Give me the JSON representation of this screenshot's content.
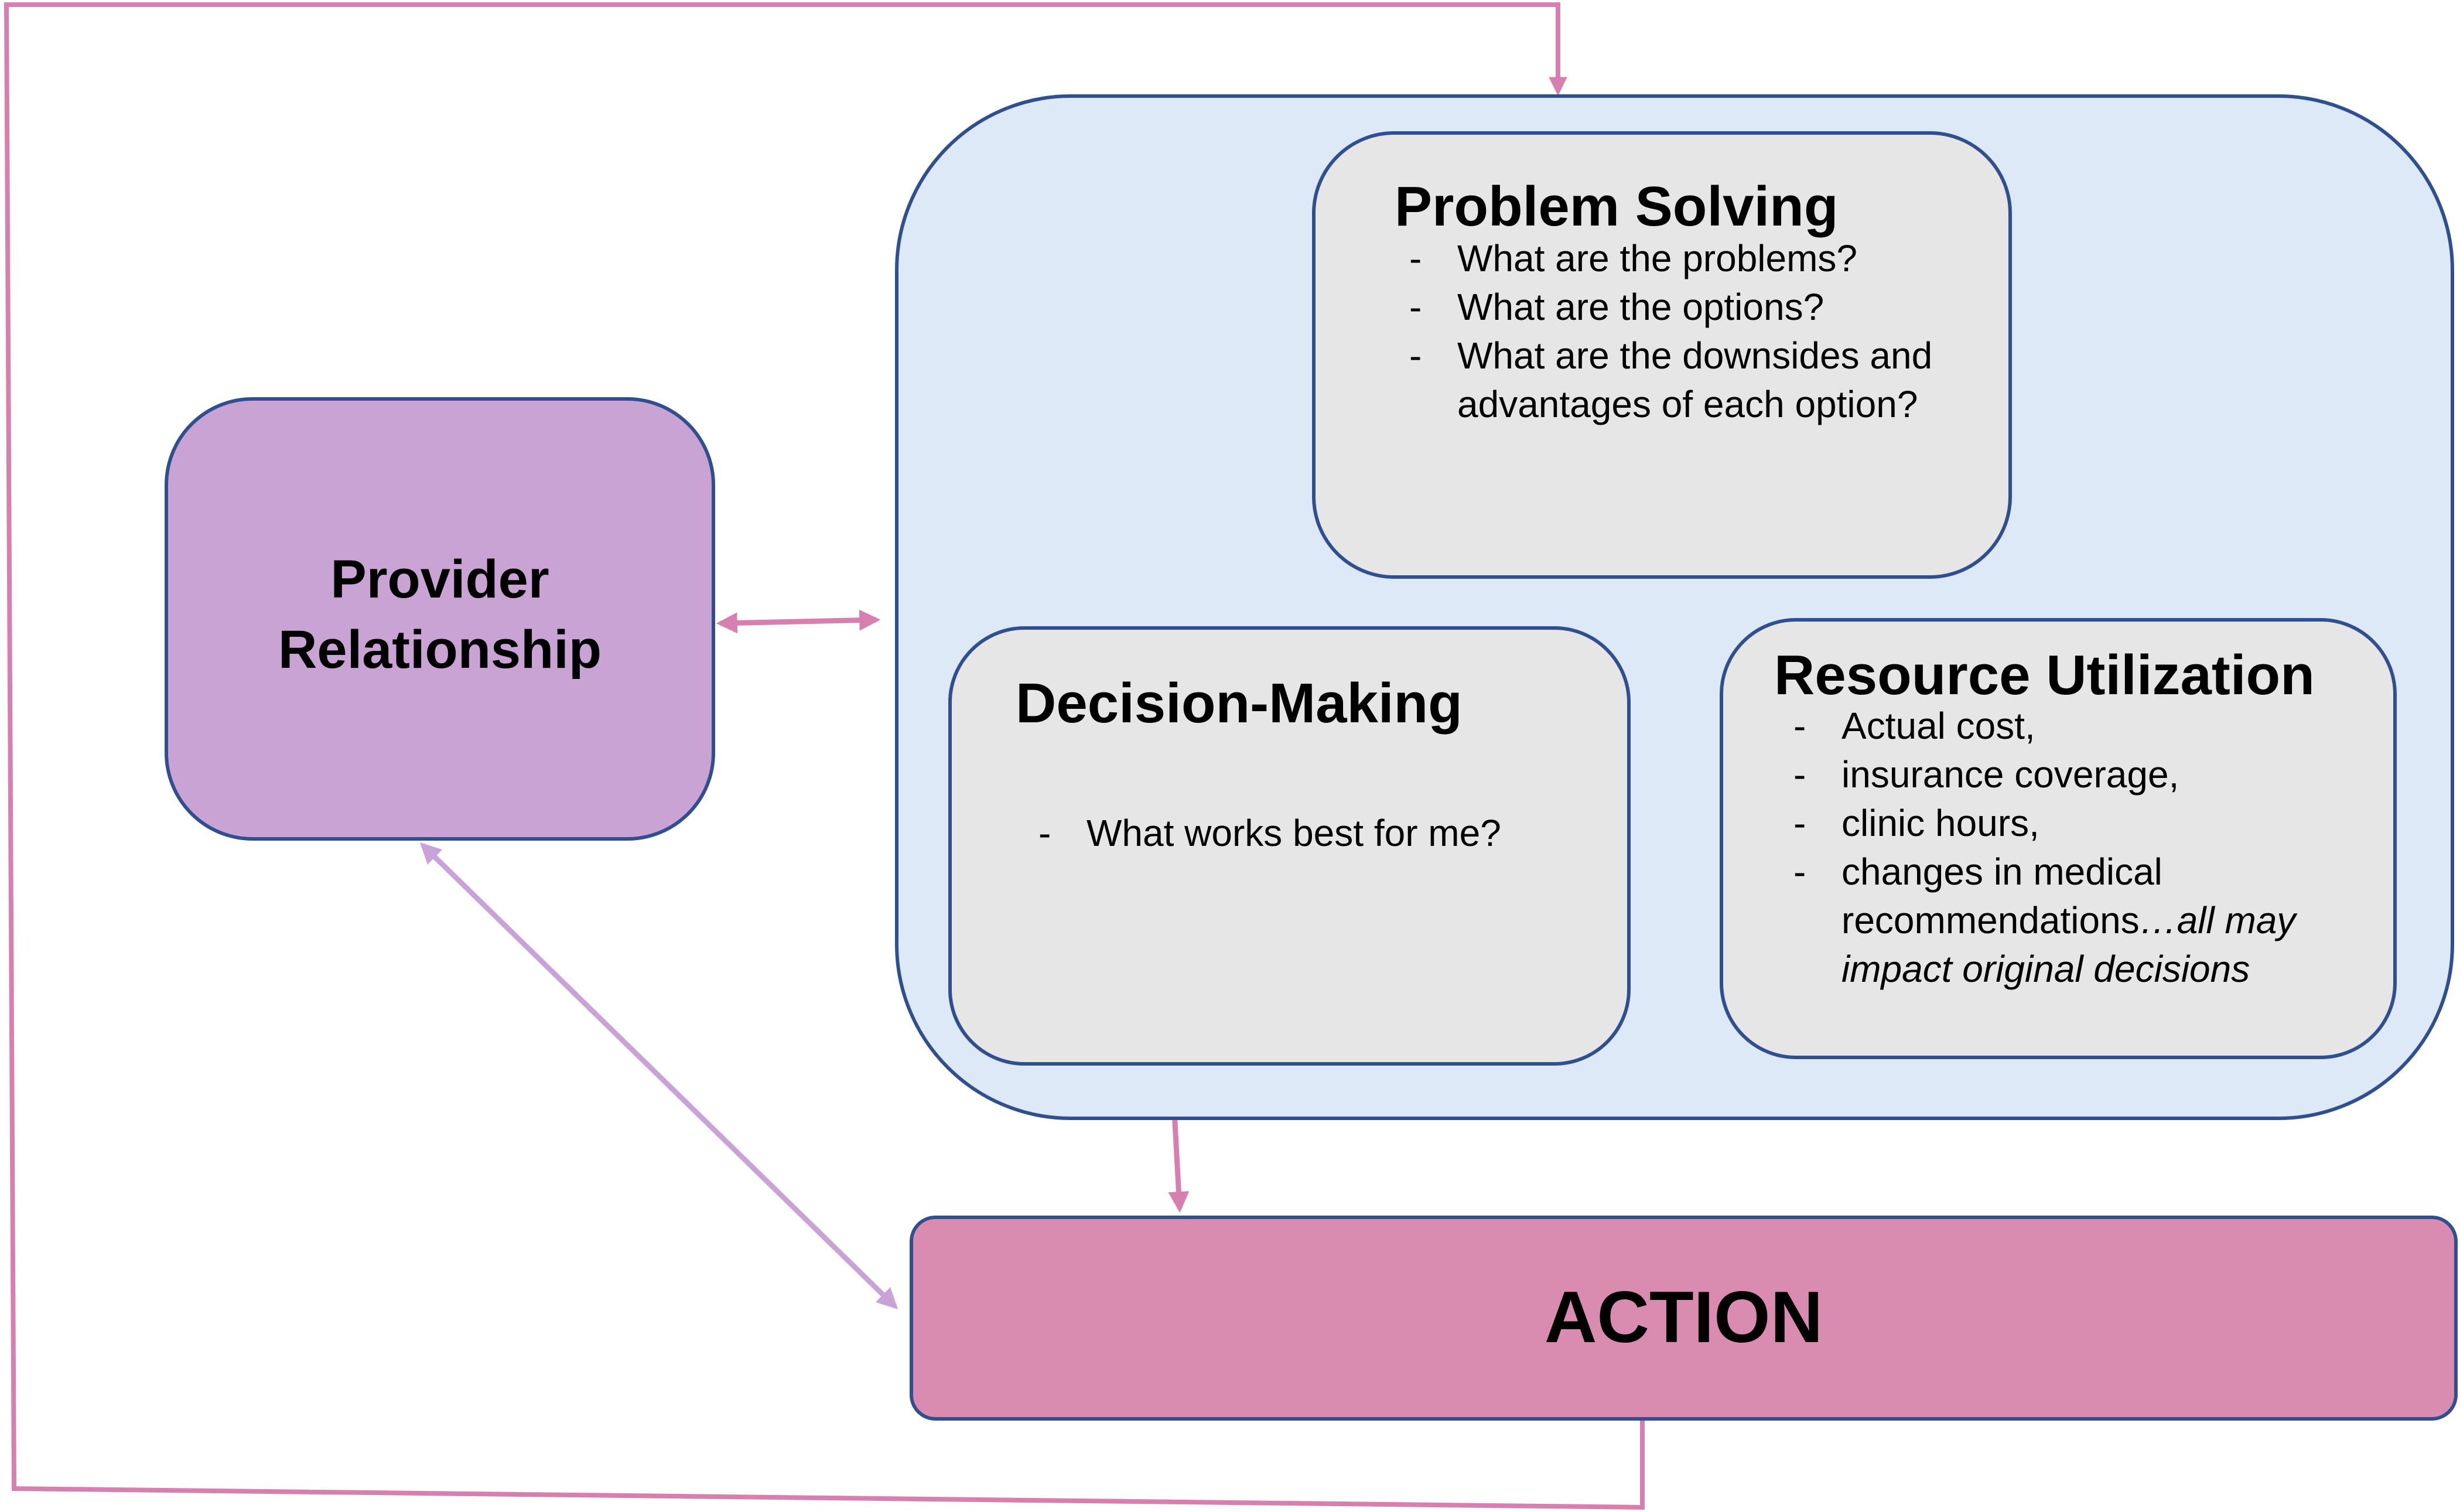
{
  "colors": {
    "outer_fill": "#dde9f6",
    "box_border": "#2f4f8f",
    "inner_fill": "#e6e6e6",
    "provider_fill": "#c8a3d3",
    "action_fill": "#d98bb0",
    "pink_arrow": "#d77fae",
    "lavender_arrow": "#c9a3d8",
    "gray_arrow": "#a6a6a6"
  },
  "problem_solving": {
    "title": "Problem Solving",
    "items": [
      "What are the problems?",
      "What are the options?",
      "What are the downsides and advantages of each option?"
    ]
  },
  "decision_making": {
    "title": "Decision-Making",
    "items": [
      "What works best for me?"
    ]
  },
  "resource_utilization": {
    "title": "Resource Utilization",
    "items": [
      "Actual cost,",
      "insurance coverage,",
      "clinic hours,"
    ],
    "last_item_text": "changes in medical recommendations",
    "last_item_italic": "…all may impact original decisions"
  },
  "provider_relationship": {
    "line1": "Provider",
    "line2": "Relationship"
  },
  "action": {
    "label": "ACTION"
  }
}
